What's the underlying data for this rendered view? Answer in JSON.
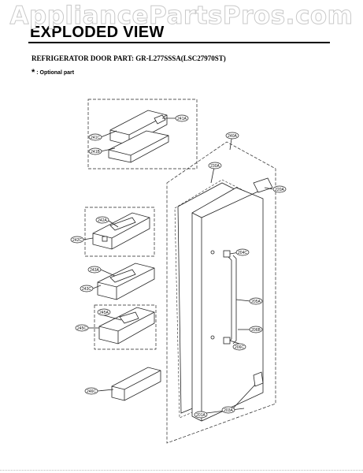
{
  "watermark": "AppliancePartsPros.com",
  "page_title": "EXPLODED VIEW",
  "subtitle": "REFRIGERATOR DOOR PART: GR-L277SSSA(LSC27970ST)",
  "note_symbol": "*",
  "note_text": ": Optional part",
  "parts": {
    "p241a": "241A",
    "p241c": "241C",
    "p241b": "241B",
    "p240a": "240A",
    "p230a": "230A",
    "p220a": "220A",
    "p242a": "242A",
    "p242c": "242C",
    "p243a": "243A",
    "p243c": "243C",
    "p245a": "245A",
    "p245c": "245C",
    "p246c": "246C",
    "p204c": "204C",
    "p205a": "205A",
    "p206b": "206B",
    "p206c": "206C",
    "p201a": "201A",
    "p203a": "203A"
  }
}
